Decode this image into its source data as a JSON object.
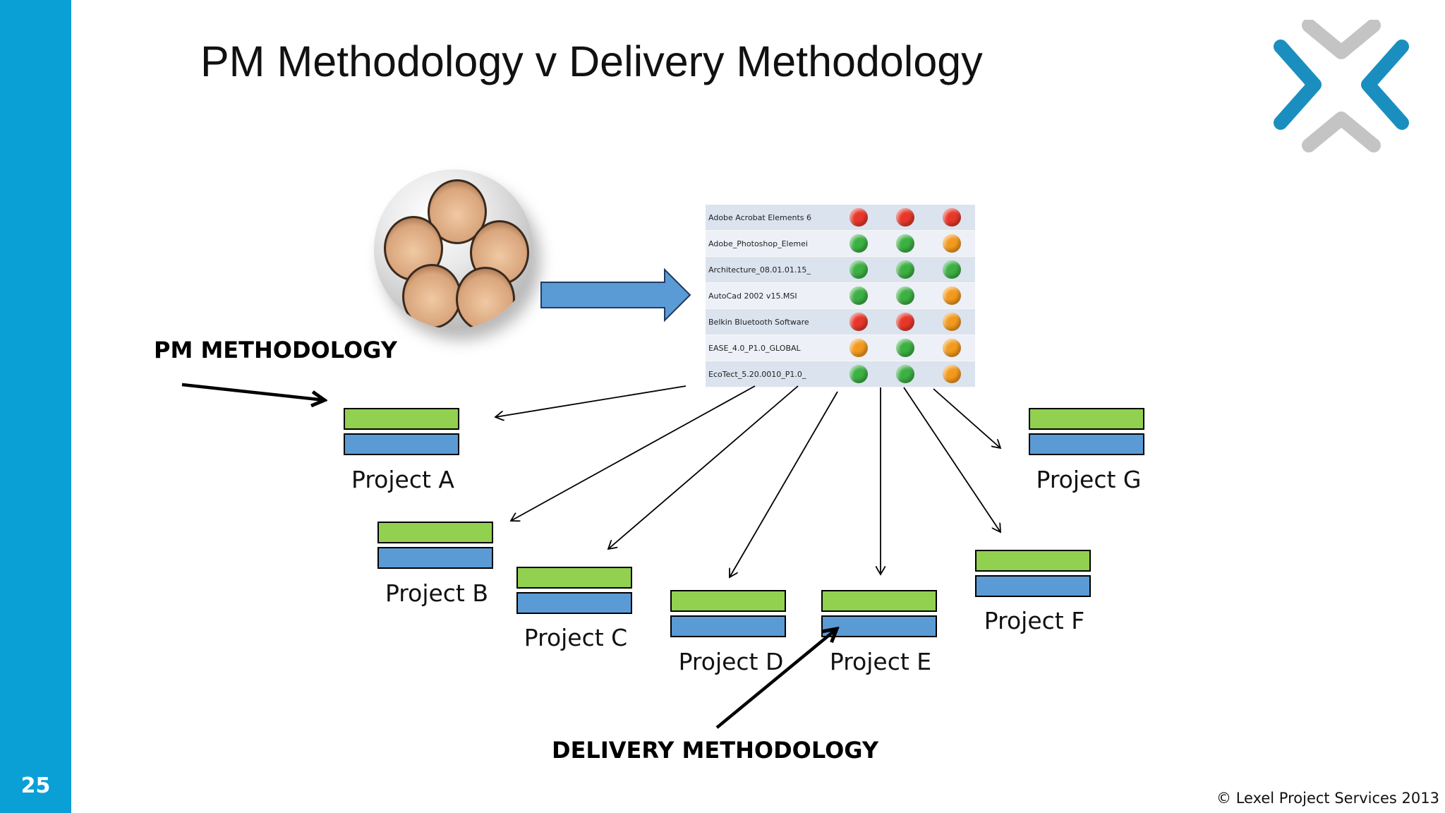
{
  "slide": {
    "title": "PM Methodology v Delivery Methodology",
    "number": "25",
    "copyright": "© Lexel Project Services 2013",
    "accent_color": "#0aa0d6"
  },
  "labels": {
    "pm_methodology": "PM METHODOLOGY",
    "delivery_methodology": "DELIVERY METHODOLOGY"
  },
  "status_table": {
    "rows": [
      {
        "name": "Adobe Acrobat Elements 6",
        "status": [
          "red",
          "red",
          "red"
        ]
      },
      {
        "name": "Adobe_Photoshop_Elemei",
        "status": [
          "green",
          "green",
          "orange"
        ]
      },
      {
        "name": "Architecture_08.01.01.15_",
        "status": [
          "green",
          "green",
          "green"
        ]
      },
      {
        "name": "AutoCad 2002 v15.MSI",
        "status": [
          "green",
          "green",
          "orange"
        ]
      },
      {
        "name": "Belkin Bluetooth Software",
        "status": [
          "red",
          "red",
          "orange"
        ]
      },
      {
        "name": "EASE_4.0_P1.0_GLOBAL",
        "status": [
          "orange",
          "green",
          "orange"
        ]
      },
      {
        "name": "EcoTect_5.20.0010_P1.0_",
        "status": [
          "green",
          "green",
          "orange"
        ]
      }
    ],
    "colors": {
      "red": "#e8372a",
      "green": "#3cb043",
      "orange": "#f39a1e"
    }
  },
  "projects": [
    {
      "id": "a",
      "label": "Project A"
    },
    {
      "id": "b",
      "label": "Project B"
    },
    {
      "id": "c",
      "label": "Project C"
    },
    {
      "id": "d",
      "label": "Project D"
    },
    {
      "id": "e",
      "label": "Project E"
    },
    {
      "id": "f",
      "label": "Project F"
    },
    {
      "id": "g",
      "label": "Project G"
    }
  ],
  "colors": {
    "bar_top": "#92d050",
    "bar_bottom": "#5b9bd5",
    "block_arrow": "#5b9bd5",
    "logo_blue": "#1a8fbf",
    "logo_grey": "#c4c4c4"
  },
  "icons": {
    "logo": "lexel-x-logo-icon",
    "team": "team-globe-icon"
  }
}
